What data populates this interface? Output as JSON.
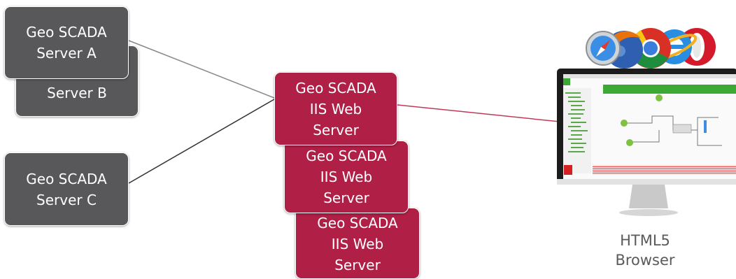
{
  "servers": {
    "a": {
      "line1": "Geo SCADA",
      "line2": "Server A"
    },
    "b": {
      "line1": "Server B"
    },
    "c": {
      "line1": "Geo SCADA",
      "line2": "Server C"
    }
  },
  "web_servers": [
    {
      "line1": "Geo SCADA",
      "line2": "IIS Web",
      "line3": "Server"
    },
    {
      "line1": "Geo SCADA",
      "line2": "IIS Web",
      "line3": "Server"
    },
    {
      "line1": "Geo SCADA",
      "line2": "IIS Web",
      "line3": "Server"
    }
  ],
  "client": {
    "line1": "HTML5",
    "line2": "Browser"
  },
  "browser_icons": [
    "safari-icon",
    "firefox-icon",
    "chrome-icon",
    "internet-explorer-icon",
    "opera-icon"
  ],
  "colors": {
    "server": "#58585a",
    "web_server": "#b01f46",
    "link_red": "#c0395a",
    "link_grey": "#555555"
  }
}
